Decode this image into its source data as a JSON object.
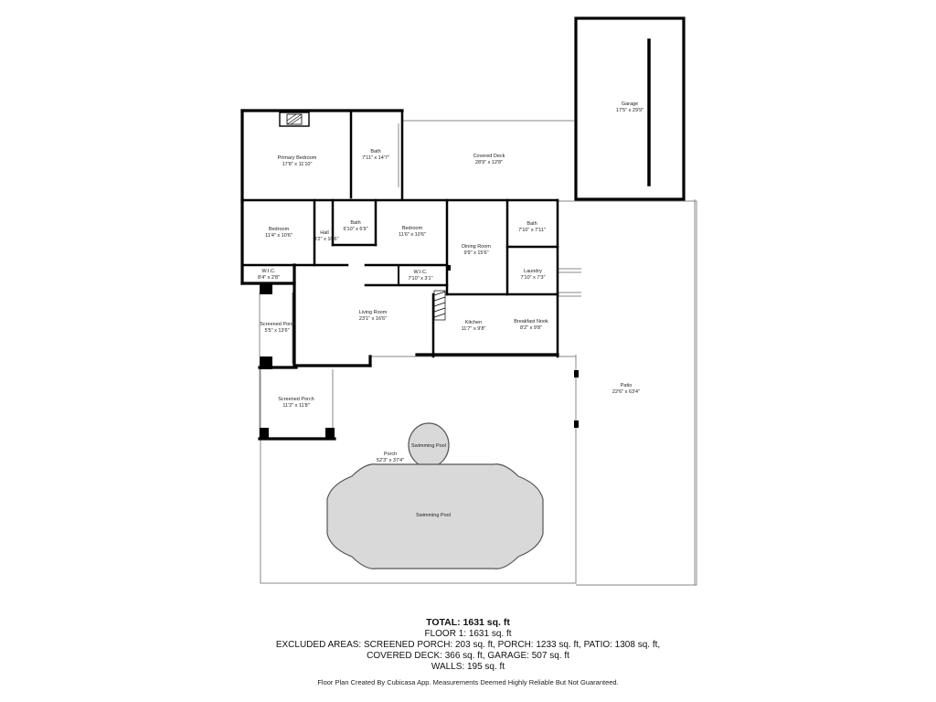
{
  "rooms": {
    "primary_bedroom": {
      "name": "Primary Bedroom",
      "dims": "17'8\" x 11'10\""
    },
    "bath_primary": {
      "name": "Bath",
      "dims": "7'11\" x 14'7\""
    },
    "covered_deck": {
      "name": "Covered Deck",
      "dims": "28'9\" x 12'8\""
    },
    "garage": {
      "name": "Garage",
      "dims": "17'5\" x 29'9\""
    },
    "bedroom_west": {
      "name": "Bedroom",
      "dims": "11'4\" x 10'6\""
    },
    "hall": {
      "name": "Hall",
      "dims": "3'2\" x 10'6\""
    },
    "bath_hall": {
      "name": "Bath",
      "dims": "6'10\" x 6'9\""
    },
    "bedroom_mid": {
      "name": "Bedroom",
      "dims": "11'6\" x 10'6\""
    },
    "dining_room": {
      "name": "Dining Room",
      "dims": "9'9\" x 15'6\""
    },
    "bath_east": {
      "name": "Bath",
      "dims": "7'10\" x 7'11\""
    },
    "laundry": {
      "name": "Laundry",
      "dims": "7'10\" x 7'3\""
    },
    "wic_west": {
      "name": "W.I.C.",
      "dims": "8'4\" x 2'8\""
    },
    "wic_mid": {
      "name": "W.I.C.",
      "dims": "7'10\" x 3'1\""
    },
    "living_room": {
      "name": "Living Room",
      "dims": "23'1\" x 16'6\""
    },
    "screened_porch_small": {
      "name": "Screened Porch",
      "dims": "5'5\" x 13'6\""
    },
    "kitchen": {
      "name": "Kitchen",
      "dims": "11'7\" x 9'8\""
    },
    "breakfast_nook": {
      "name": "Breakfast Nook",
      "dims": "8'2\" x 9'8\""
    },
    "patio": {
      "name": "Patio",
      "dims": "22'6\" x 63'4\""
    },
    "screened_porch_large": {
      "name": "Screened Porch",
      "dims": "11'2\" x 11'8\""
    },
    "porch": {
      "name": "Porch",
      "dims": "52'3\" x 37'4\""
    },
    "spa": {
      "name": "Swimming Pool"
    },
    "pool": {
      "name": "Swimming Pool"
    }
  },
  "summary": {
    "total": "TOTAL: 1631 sq. ft",
    "floor1": "FLOOR 1: 1631 sq. ft",
    "excluded_1": "EXCLUDED AREAS: SCREENED PORCH: 203 sq. ft, PORCH: 1233 sq. ft, PATIO: 1308 sq. ft,",
    "excluded_2": "COVERED DECK: 366 sq. ft, GARAGE: 507 sq. ft",
    "walls": "WALLS: 195 sq. ft"
  },
  "credit": "Floor Plan Created By Cubicasa App. Measurements Deemed Highly Reliable But Not Guaranteed.",
  "colors": {
    "wall": "#000000",
    "thin_line": "#9a9a9a",
    "pool_fill": "#d9d9d9",
    "background": "#ffffff"
  }
}
